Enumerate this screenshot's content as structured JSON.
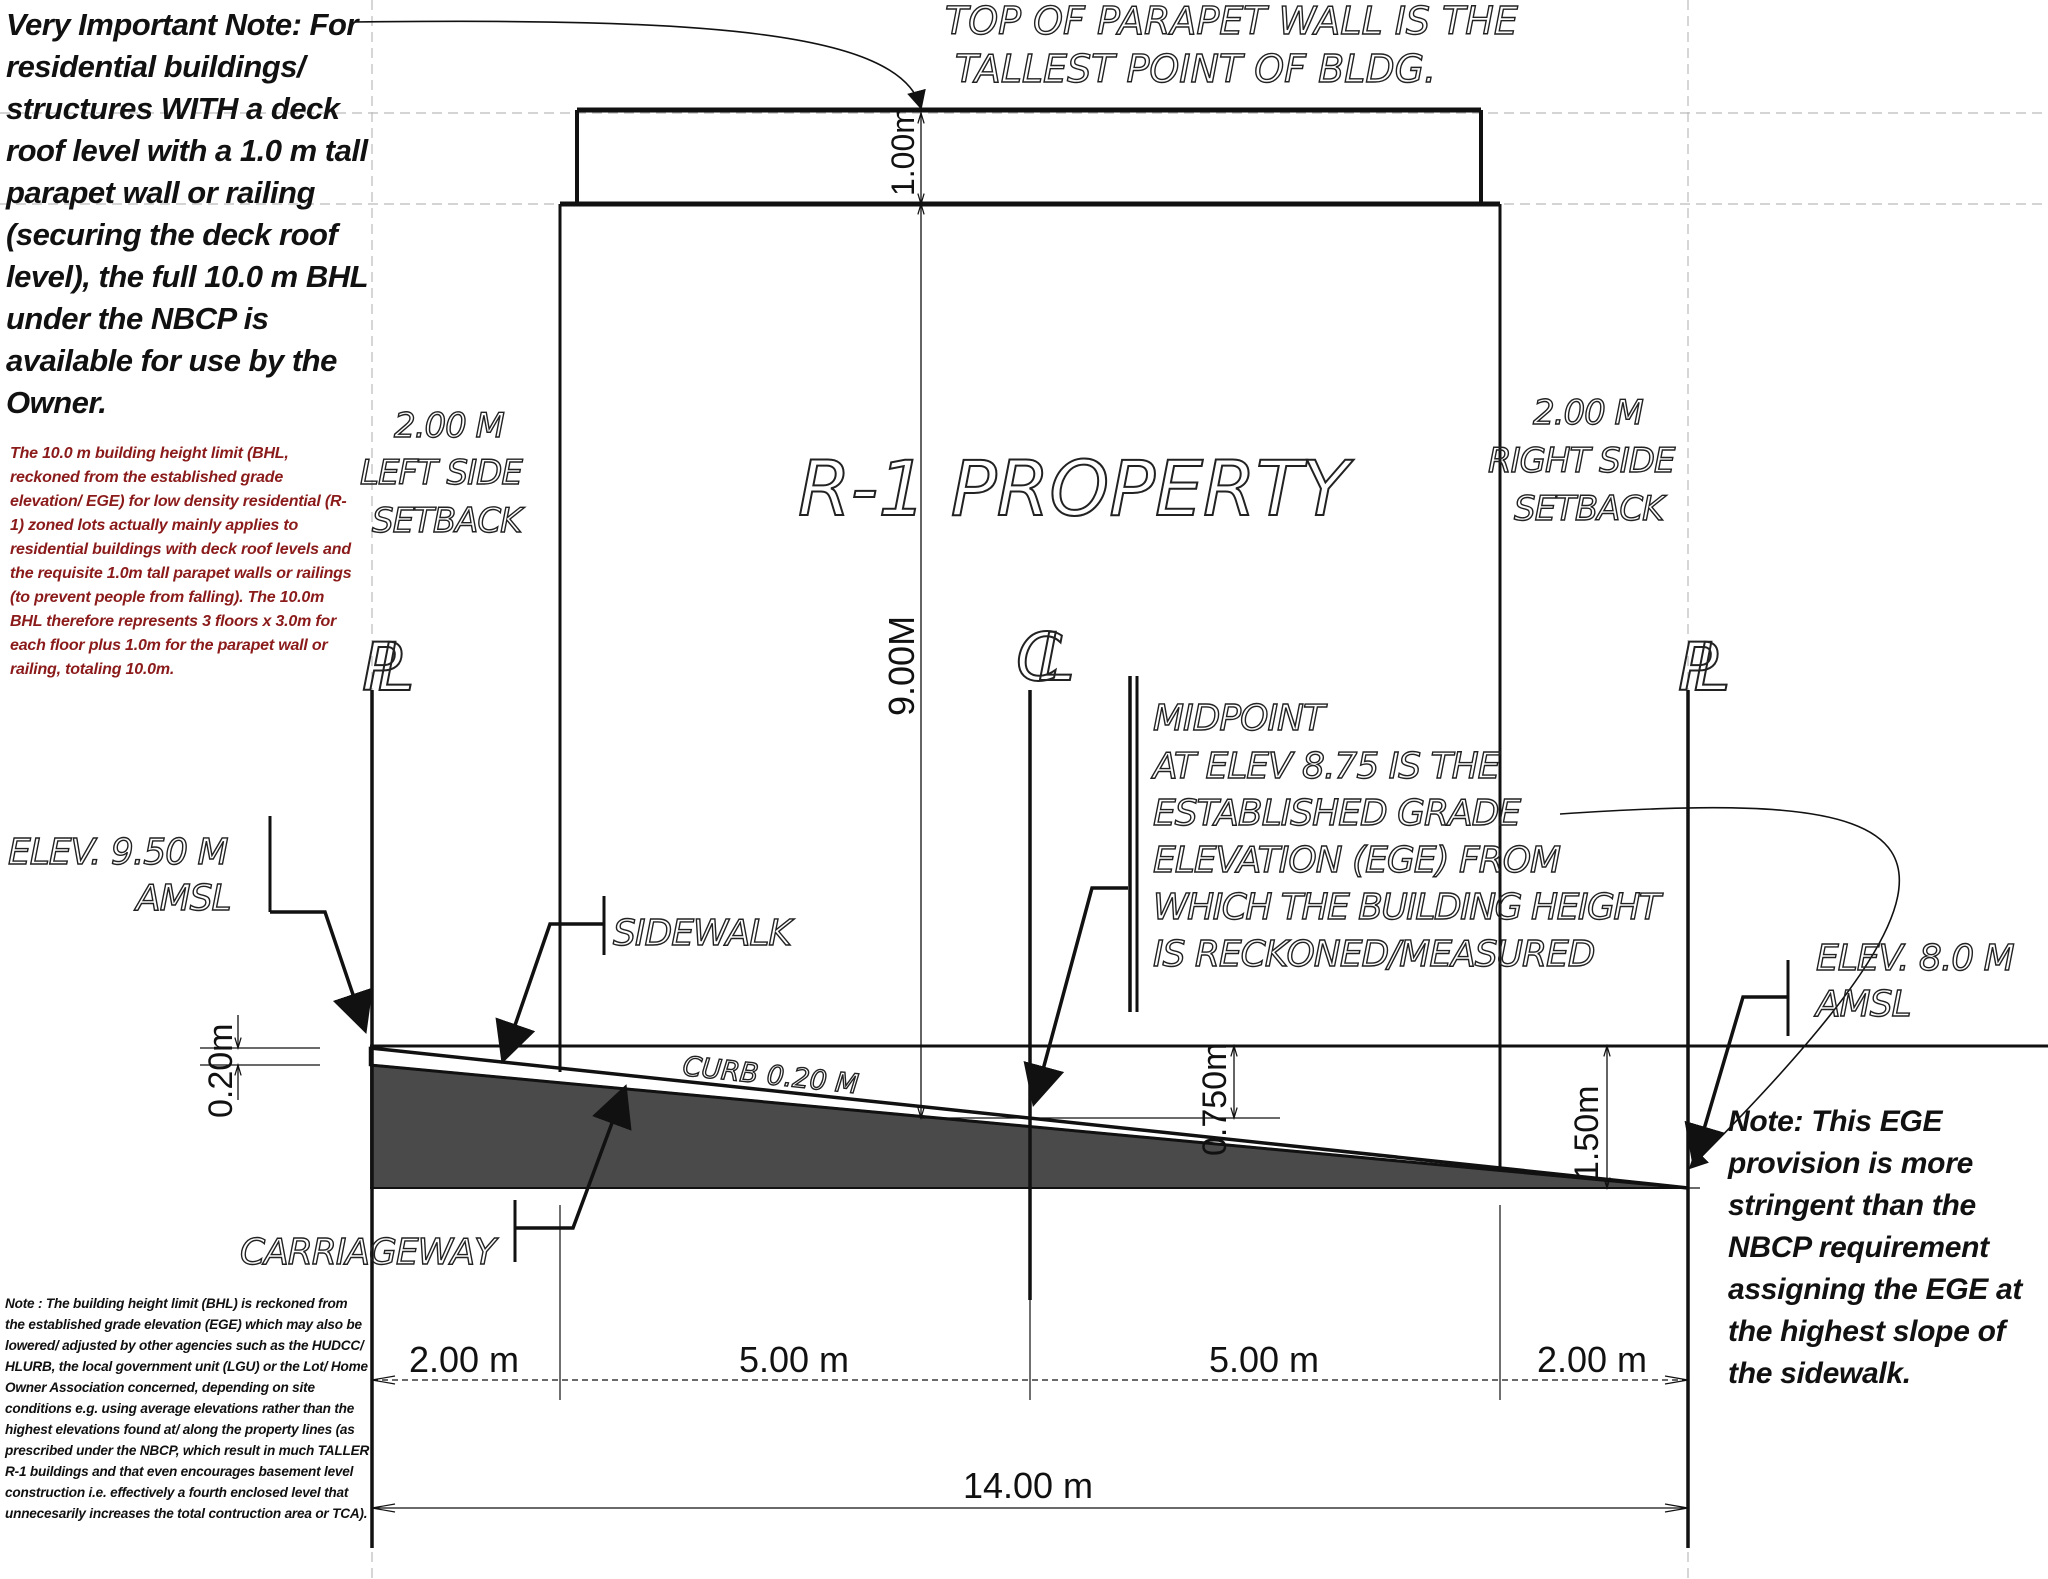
{
  "notes": {
    "main": "Very Important Note: For residential buildings/ structures WITH a deck roof level with a 1.0 m tall parapet wall or railing (securing the deck roof level), the full 10.0 m BHL under the NBCP is available for use by the Owner.",
    "explanation": "The 10.0 m building height limit (BHL, reckoned from the established grade elevation/ EGE) for low density residential (R-1) zoned lots actually mainly applies to residential buildings with deck roof levels and the requisite 1.0m tall parapet walls or railings (to prevent people from falling). The 10.0m BHL therefore represents 3 floors x 3.0m for each floor plus 1.0m for the parapet wall or railing, totaling 10.0m.",
    "bottom": "Note : The building height limit (BHL) is reckoned from the established grade elevation (EGE) which may also be lowered/ adjusted by other agencies such as the HUDCC/ HLURB, the local government unit (LGU) or the Lot/ Home Owner Association concerned, depending on site conditions e.g. using average elevations rather than the highest elevations found at/ along the property lines (as prescribed under the NBCP, which result in much TALLER R-1 buildings and that even encourages basement level construction i.e. effectively a fourth enclosed level that unnecesarily increases the total contruction area or TCA).",
    "ege": "Note: This EGE provision is more stringent than the NBCP requirement assigning the EGE at the highest slope of the sidewalk."
  },
  "labels": {
    "parapet_line1": "TOP OF PARAPET WALL IS THE",
    "parapet_line2": "TALLEST  POINT OF BLDG.",
    "property": "R-1 PROPERTY",
    "left_setback_1": "2.00 M",
    "left_setback_2": "LEFT SIDE",
    "left_setback_3": "SETBACK",
    "right_setback_1": "2.00 M",
    "right_setback_2": "RIGHT SIDE",
    "right_setback_3": "SETBACK",
    "pl_left": "PL",
    "centerline": "CL",
    "pl_right": "PL",
    "midpoint_1": "MIDPOINT",
    "midpoint_2": "AT ELEV 8.75 IS THE",
    "midpoint_3": "ESTABLISHED GRADE",
    "midpoint_4": "ELEVATION (EGE) FROM",
    "midpoint_5": "WHICH THE BUILDING HEIGHT",
    "midpoint_6": "IS RECKONED/MEASURED",
    "elev_left_1": "ELEV. 9.50 M",
    "elev_left_2": "AMSL",
    "elev_right_1": "ELEV. 8.0 M",
    "elev_right_2": "AMSL",
    "sidewalk": "SIDEWALK",
    "curb": "CURB 0.20 M",
    "carriageway": "CARRIAGEWAY"
  },
  "dimensions": {
    "parapet_height": "1.00m",
    "building_height": "9.00M",
    "curb_height": "0.20m",
    "mid_drop": "0.750m",
    "total_drop": "1.50m",
    "left_setback": "2.00 m",
    "left_half": "5.00 m",
    "right_half": "5.00 m",
    "right_setback": "2.00 m",
    "total_width": "14.00 m"
  },
  "colors": {
    "red_note": "#8b1a1a",
    "ground_fill": "#4a4a4a",
    "line": "#111111"
  }
}
